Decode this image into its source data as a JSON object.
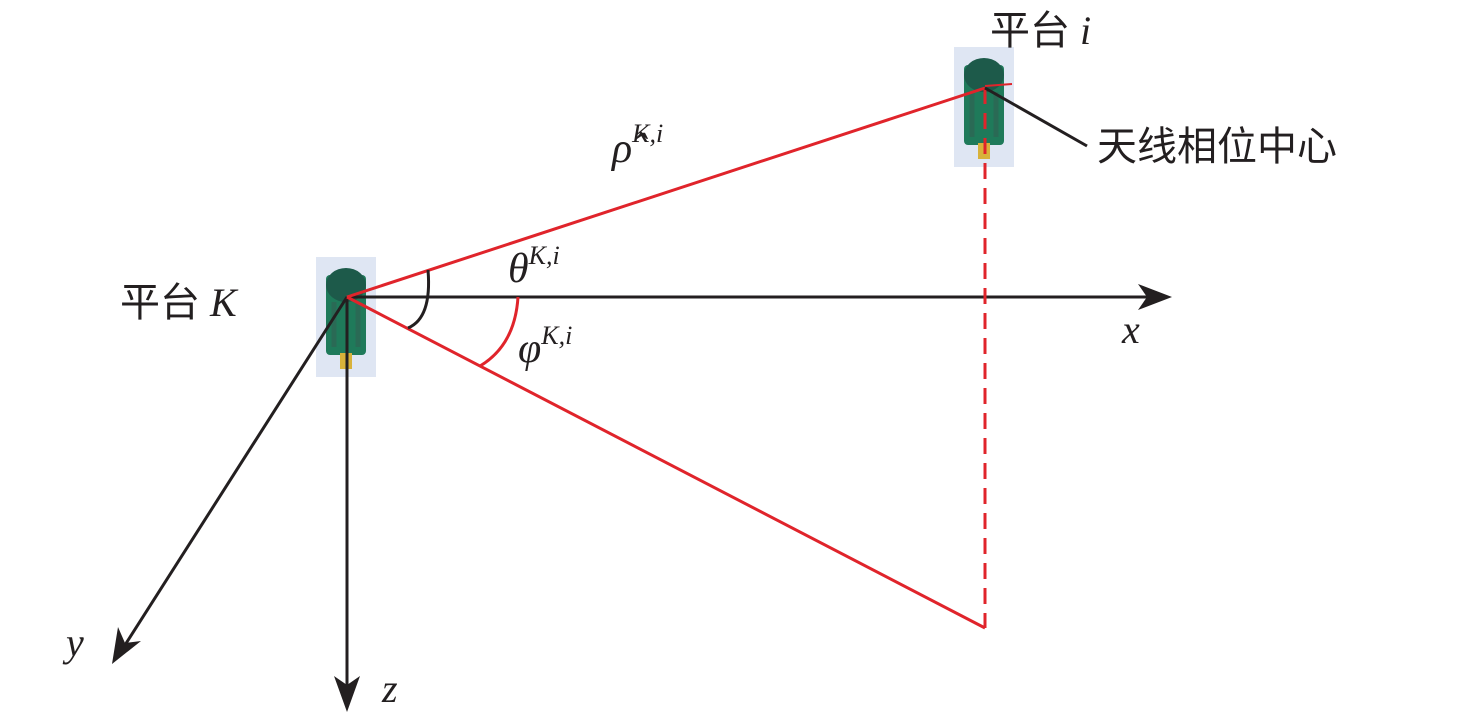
{
  "labels": {
    "platform_k_prefix": "平台",
    "platform_k_var": "K",
    "platform_i_prefix": "平台",
    "platform_i_var": "i",
    "phase_center": "天线相位中心",
    "rho": "ρ̂",
    "theta": "θ",
    "phi": "φ",
    "superscript": "K,i",
    "axis_x": "x",
    "axis_y": "y",
    "axis_z": "z"
  },
  "colors": {
    "red": "#e0242b",
    "black": "#231f20",
    "antenna_green": "#1f7a5a",
    "antenna_bg": "#dfe6f3"
  }
}
